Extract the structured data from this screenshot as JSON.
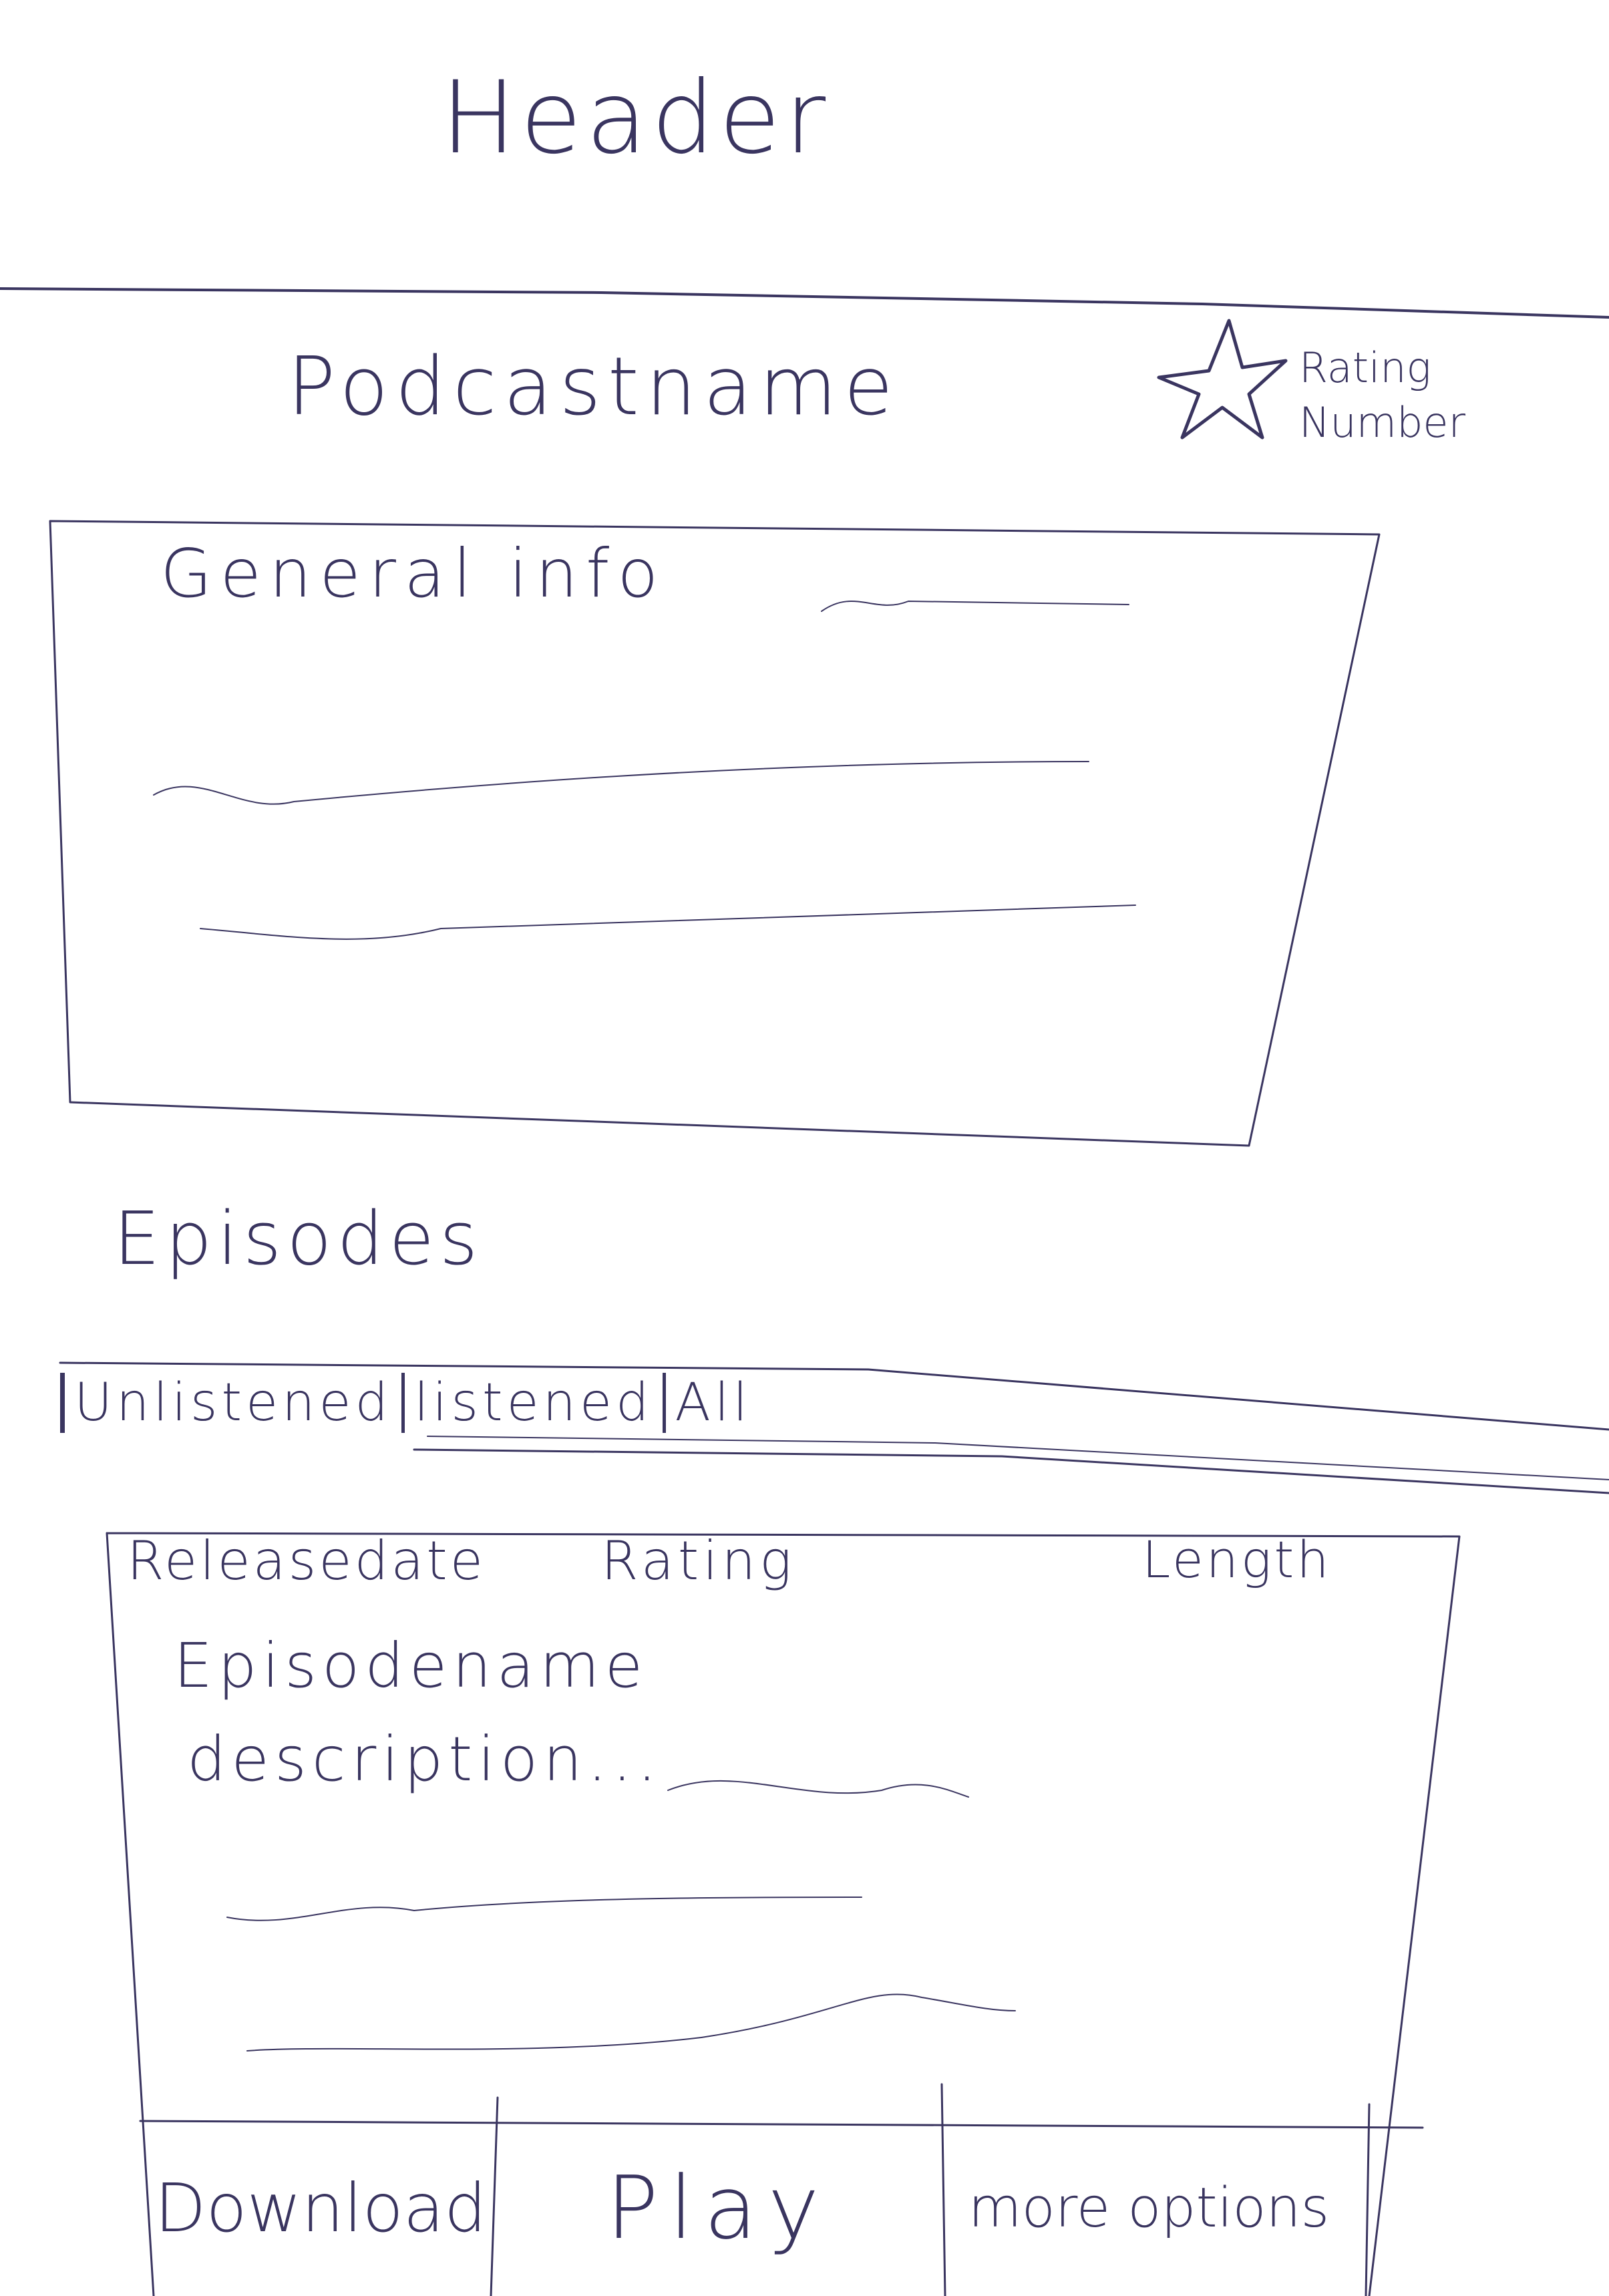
{
  "header": {
    "title": "Header"
  },
  "podcast": {
    "name": "Podcastname",
    "rating_label": "Rating Number",
    "rating_icon": "star-icon"
  },
  "general_info": {
    "label": "General info"
  },
  "episodes": {
    "heading": "Episodes",
    "tabs": [
      {
        "label": "Unlistened"
      },
      {
        "label": "listened"
      },
      {
        "label": "All"
      }
    ],
    "card": {
      "release_label": "Releasedate",
      "rating_label": "Rating",
      "length_label": "Length",
      "name": "Episodename",
      "description": "description...",
      "actions": {
        "download": "Download",
        "play": "Play",
        "more": "more options"
      }
    }
  }
}
